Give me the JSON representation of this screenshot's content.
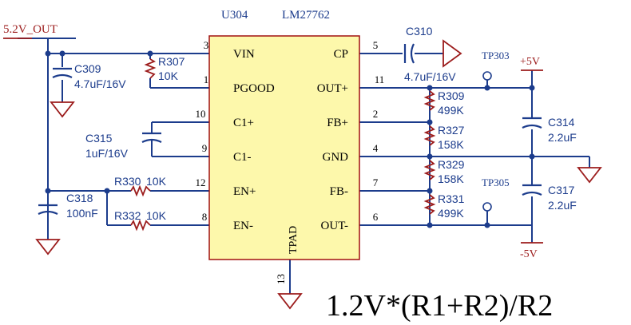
{
  "chip": {
    "ref": "U304",
    "part": "LM27762",
    "pins_left": [
      {
        "num": "3",
        "name": "VIN"
      },
      {
        "num": "1",
        "name": "PGOOD"
      },
      {
        "num": "10",
        "name": "C1+"
      },
      {
        "num": "9",
        "name": "C1-"
      },
      {
        "num": "12",
        "name": "EN+"
      },
      {
        "num": "8",
        "name": "EN-"
      }
    ],
    "pins_right": [
      {
        "num": "5",
        "name": "CP"
      },
      {
        "num": "11",
        "name": "OUT+"
      },
      {
        "num": "2",
        "name": "FB+"
      },
      {
        "num": "4",
        "name": "GND"
      },
      {
        "num": "7",
        "name": "FB-"
      },
      {
        "num": "6",
        "name": "OUT-"
      }
    ],
    "pin_bottom": {
      "num": "13",
      "name": "TPAD"
    }
  },
  "nets": {
    "supply_in": "5.2V_OUT",
    "pos_out": "+5V",
    "neg_out": "-5V"
  },
  "components": {
    "c309": {
      "ref": "C309",
      "value": "4.7uF/16V"
    },
    "r307": {
      "ref": "R307",
      "value": "10K"
    },
    "c315": {
      "ref": "C315",
      "value": "1uF/16V"
    },
    "c318": {
      "ref": "C318",
      "value": "100nF"
    },
    "r330": {
      "ref": "R330",
      "value": "10K"
    },
    "r332": {
      "ref": "R332",
      "value": "10K"
    },
    "c310": {
      "ref": "C310",
      "value": "4.7uF/16V"
    },
    "r309": {
      "ref": "R309",
      "value": "499K"
    },
    "r327": {
      "ref": "R327",
      "value": "158K"
    },
    "r329": {
      "ref": "R329",
      "value": "158K"
    },
    "r331": {
      "ref": "R331",
      "value": "499K"
    },
    "c314": {
      "ref": "C314",
      "value": "2.2uF"
    },
    "c317": {
      "ref": "C317",
      "value": "2.2uF"
    },
    "tp303": {
      "ref": "TP303"
    },
    "tp305": {
      "ref": "TP305"
    }
  },
  "formula": "1.2V*(R1+R2)/R2",
  "colors": {
    "wire": "#1c3c8c",
    "label_blue": "#1c3c8c",
    "label_red": "#9c1c1c",
    "chip_fill": "#fdf8ab",
    "chip_stroke": "#a01010"
  }
}
